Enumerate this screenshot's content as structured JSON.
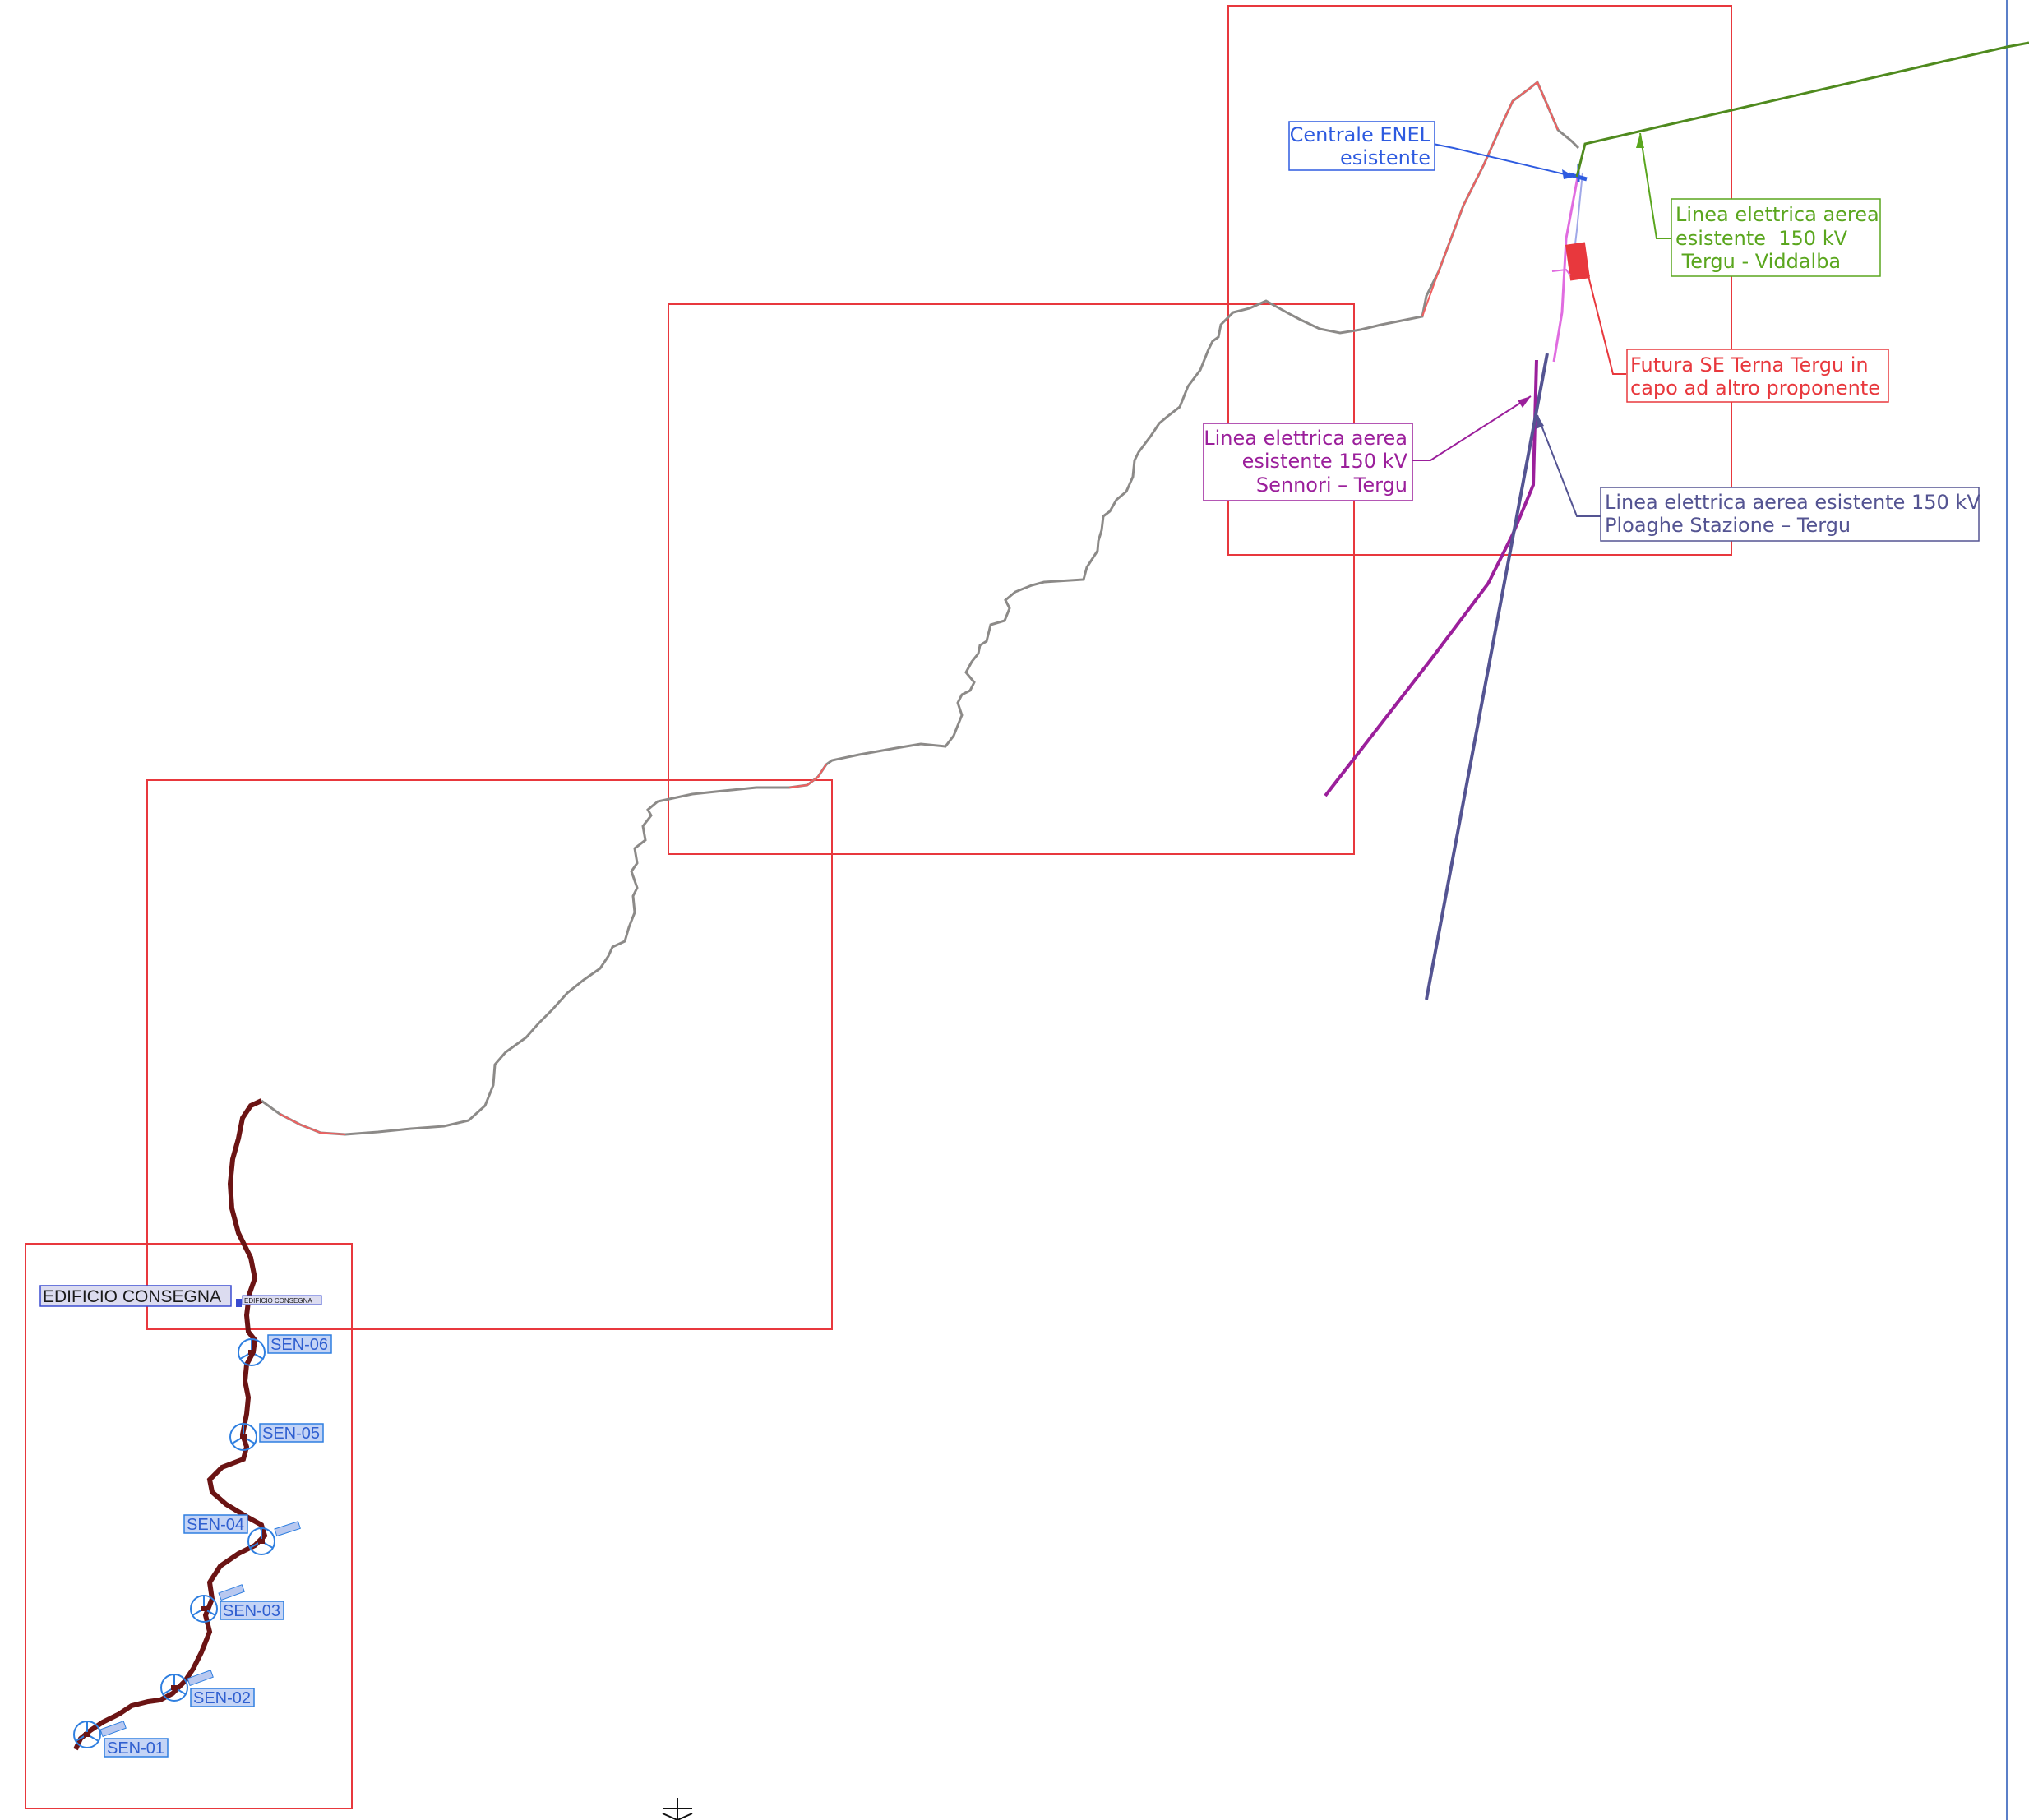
{
  "labels": {
    "centrale_enel": [
      "Centrale ENEL",
      "esistente"
    ],
    "linea_tergu_viddalba": [
      "Linea elettrica aerea",
      "esistente  150 kV",
      " Tergu - Viddalba"
    ],
    "futura_se_terna": [
      "Futura SE Terna Tergu in",
      "capo ad altro proponente"
    ],
    "linea_sennori_tergu": [
      "Linea elettrica aerea",
      "esistente 150 kV",
      "Sennori – Tergu"
    ],
    "linea_ploaghe_tergu": [
      "Linea elettrica aerea esistente 150 kV",
      "Ploaghe Stazione – Tergu"
    ],
    "edificio_consegna": "EDIFICIO CONSEGNA",
    "edificio_consegna_small": "EDIFICIO CONSEGNA"
  },
  "turbines": [
    {
      "id": "SEN-06"
    },
    {
      "id": "SEN-05"
    },
    {
      "id": "SEN-04"
    },
    {
      "id": "SEN-03"
    },
    {
      "id": "SEN-02"
    },
    {
      "id": "SEN-01"
    }
  ],
  "colors": {
    "frame": "#e8383d",
    "route": "#8c8a88",
    "cable": "#6b1414",
    "enel": "#2e5be0",
    "green_line": "#4f8a1e",
    "green_text": "#5aa61e",
    "terna": "#e8383d",
    "sennori": "#9b1f9b",
    "ploaghe": "#545492",
    "turbine": "#2f7fe0"
  }
}
